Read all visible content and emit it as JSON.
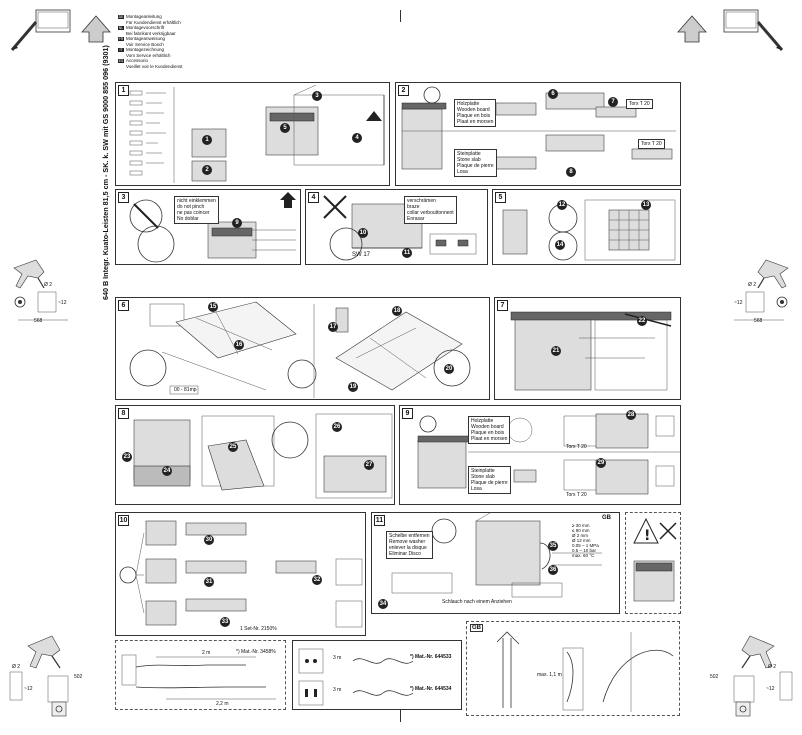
{
  "header": {
    "notice_lines": [
      {
        "flag": "DE",
        "text1": "Montageanleitung",
        "text2": "Für Kundendienst erhältlich"
      },
      {
        "flag": "NL",
        "text1": "Montagevoorschrift",
        "text2": "Bei fabrikant verkrijgbaar"
      },
      {
        "flag": "FR",
        "text1": "Montageanweisung",
        "text2": "Voir Service Bosch"
      },
      {
        "flag": "IT",
        "text1": "Montagezeichnung",
        "text2": "Vom Service erhältlich"
      },
      {
        "flag": "ES",
        "text1": "Accessorio",
        "text2": "Voeillet voir le Kundendienst"
      }
    ]
  },
  "side_title": "640 B Integr. Kuato-Leisten 81,5 cm - SK. k. SW mit GS    9000 855 096 (9301)",
  "panels": [
    {
      "num": "1"
    },
    {
      "num": "2"
    },
    {
      "num": "3"
    },
    {
      "num": "4"
    },
    {
      "num": "5"
    },
    {
      "num": "6"
    },
    {
      "num": "7"
    },
    {
      "num": "8"
    },
    {
      "num": "9"
    },
    {
      "num": "10"
    },
    {
      "num": "11"
    }
  ],
  "panel2": {
    "wood_labels": [
      "Holzplatte",
      "Wooden board",
      "Plaque en bois",
      "Plaat en morsen"
    ],
    "stone_labels": [
      "Steinplatte",
      "Stone slab",
      "Plaque de pierre",
      "Losa"
    ],
    "torx1": "Torx T 20",
    "torx2": "Torx T 20"
  },
  "panel3": {
    "labels": [
      "nicht einklemmen",
      "do not pinch",
      "ne pas coincer",
      "No doblar"
    ]
  },
  "panel4": {
    "labels": [
      "verschrämen",
      "braze",
      "collar verbouttonnent",
      "Enrasar"
    ],
    "sw": "SW 17"
  },
  "panel6": {
    "ref": "00 - 81mp"
  },
  "panel9": {
    "wood_labels": [
      "Holzplatte",
      "Wooden board",
      "Plaque en bois",
      "Plaat en morsen"
    ],
    "stone_labels": [
      "Steinplatte",
      "Stone slab",
      "Plaque de pierre",
      "Losa"
    ],
    "torx1": "Torx T 20",
    "torx2": "Torx T 20"
  },
  "panel10": {
    "ref": "1 Set-Nr. 2150%"
  },
  "panel11": {
    "labels": [
      "Schelbe entfernen",
      "Remove washer",
      "enlever la disque",
      "Eliminar Disco"
    ],
    "hose_note": "Schlauch nach einem Anziehen",
    "gb": "GB",
    "specs": [
      "≥ 30 mm",
      "≤ 90 mm",
      "Ø 2 mm",
      "Ø 12 mm",
      "0.05 – 1 MPa",
      "0.5 – 10 bar",
      "max. 60 °C"
    ]
  },
  "bottom_left": {
    "mat1": "*) Mat.-Nr. 3458%",
    "dim1": "2 m",
    "dim2": "2,2 m"
  },
  "bottom_center": {
    "dim1": "3 m",
    "dim2": "3 m",
    "mat2": "*) Mat.-Nr. 644533",
    "mat3": "*) Mat.-Nr. 644534"
  },
  "bottom_right": {
    "tag": "GB",
    "dim": "max. 1,1 m"
  },
  "side_drills": {
    "left_dia": "Ø 2",
    "left_depth": "~12",
    "left_dim": "568",
    "right_dia": "Ø 2",
    "right_depth": "~12",
    "right_dim": "568",
    "bl_dia": "Ø 2",
    "bl_depth": "~12",
    "bl_dim": "502",
    "br_dia": "Ø 2",
    "br_depth": "~12",
    "br_dim": "502"
  }
}
